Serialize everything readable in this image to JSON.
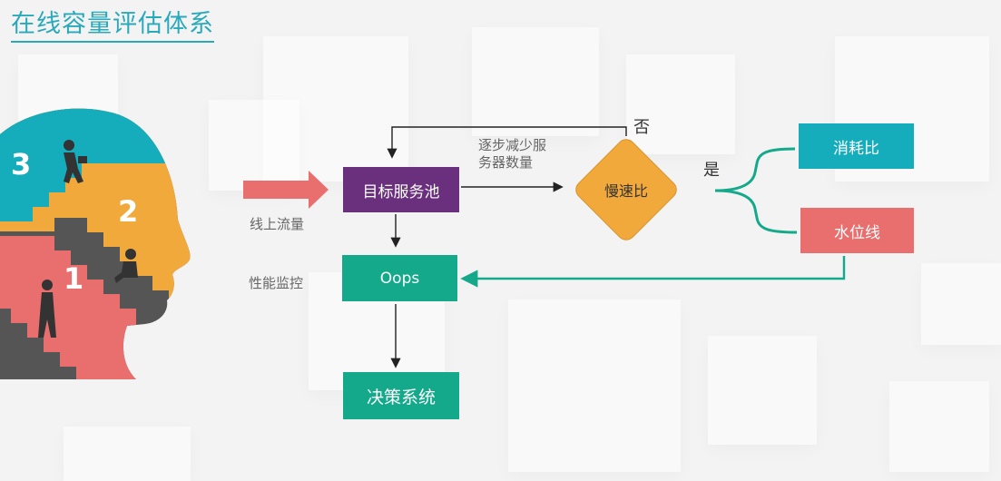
{
  "title": "在线容量评估体系",
  "colors": {
    "accent": "#2aa9bb",
    "purple": "#6a2f7d",
    "green": "#14a98a",
    "orange": "#f2a93b",
    "teal": "#15acbc",
    "salmon": "#e96f6f",
    "dark": "#555555"
  },
  "head_graphic": {
    "steps": [
      "1",
      "2",
      "3"
    ]
  },
  "labels": {
    "online_traffic": "线上流量",
    "perf_monitor": "性能监控",
    "reduce_servers": "逐步减少服\n务器数量",
    "no": "否",
    "yes": "是"
  },
  "nodes": {
    "target_pool": "目标服务池",
    "oops": "Oops",
    "decision": "决策系统",
    "slow_ratio": "慢速比",
    "consumption": "消耗比",
    "water_line": "水位线"
  }
}
